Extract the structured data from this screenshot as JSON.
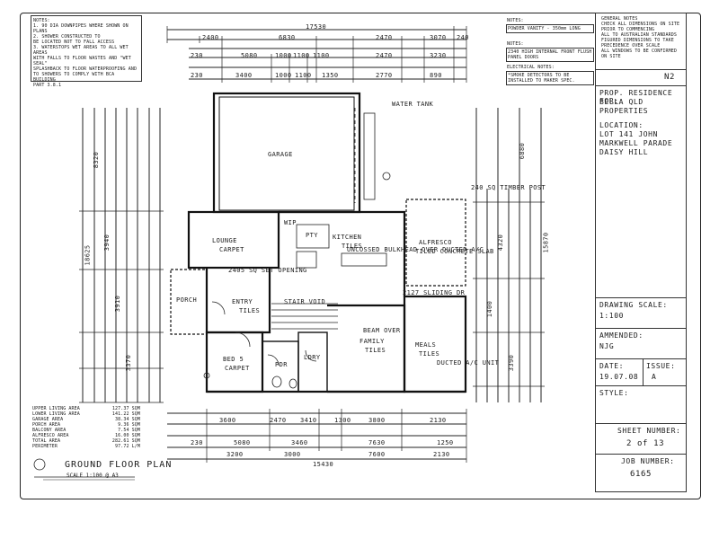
{
  "notes_top_left": {
    "title": "NOTES:",
    "items": [
      "1. 90 DIA DOWNPIPES WHERE SHOWN ON PLANS",
      "2. SHOWER CONSTRUCTED TO",
      "BE LOCATED NOT TO FALL ACCESS",
      "3. WATERSTOPS WET AREAS TO ALL WET AREAS",
      "WITH FALLS TO FLOOR WASTES AND \"WET SEAL\"",
      "SPLASHBACK TO FLOOR WATERPROOFING AND",
      "TO SHOWERS TO COMPLY WITH BCA BUILDING",
      "PART 3.8.1"
    ]
  },
  "notes_top_mid": {
    "a_title": "NOTES:",
    "a_text": "POWDER VANITY - 350mm LONG",
    "b_title": "NOTES:",
    "b_text": "2340 HIGH INTERNAL FRONT FLUSH PANEL DOORS",
    "c_title": "ELECTRICAL NOTES:",
    "c_text": "*SMOKE DETECTORS TO BE INSTALLED TO MAKER SPEC."
  },
  "title_block": {
    "general_notes_title": "GENERAL NOTES",
    "general_notes": [
      "CHECK ALL DIMENSIONS ON SITE PRIOR TO COMMENCING",
      "ALL TO AUSTRALIAN STANDARDS",
      "FIGURED DIMENSIONS TO TAKE PRECEDENCE OVER SCALE",
      "ALL WINDOWS TO BE CONFIRMED ON SITE"
    ],
    "n2": "N2",
    "project_label": "PROP. RESIDENCE FOR:",
    "client_line1": "BELLA QLD",
    "client_line2": "PROPERTIES",
    "location_label": "LOCATION:",
    "location_line1": "LOT 141 JOHN",
    "location_line2": "MARKWELL PARADE",
    "location_line3": "DAISY HILL",
    "drawing_scale_label": "DRAWING SCALE:",
    "drawing_scale": "1:100",
    "amended_label": "AMMENDED:",
    "amended": "NJG",
    "date_label": "DATE:",
    "date": "19.07.08",
    "issue_label": "ISSUE:",
    "issue": "A",
    "style_label": "STYLE:",
    "sheet_number_label": "SHEET NUMBER:",
    "sheet_number": "2 of 13",
    "job_number_label": "JOB NUMBER:",
    "job_number": "6165"
  },
  "plan_title": "GROUND FLOOR PLAN",
  "plan_scale": "SCALE 1:100 @ A3",
  "areas": [
    {
      "label": "UPPER LIVING AREA",
      "value": "127.37 SQM"
    },
    {
      "label": "LOWER LIVING AREA",
      "value": "141.22 SQM"
    },
    {
      "label": "GARAGE AREA",
      "value": "38.34 SQM"
    },
    {
      "label": "PORCH AREA",
      "value": "9.36 SQM"
    },
    {
      "label": "BALCONY AREA",
      "value": "7.54 SQM"
    },
    {
      "label": "ALFRESCO AREA",
      "value": "16.00 SQM"
    },
    {
      "label": "TOTAL AREA",
      "value": "282.61 SQM"
    },
    {
      "label": "PERIMETER",
      "value": "97.72 L/M"
    }
  ],
  "rooms": {
    "garage": "GARAGE",
    "lounge": "LOUNGE",
    "lounge_sub": "CARPET",
    "kitchen": "KITCHEN",
    "kitchen_sub": "TILES",
    "alfresco": "ALFRESCO",
    "alfresco_sub": "TILED CONCRETE SLAB",
    "porch": "PORCH",
    "entry": "ENTRY",
    "entry_sub": "TILES",
    "family": "FAMILY",
    "family_sub": "TILES",
    "meals": "MEALS",
    "meals_sub": "TILES",
    "bed5": "BED 5",
    "bed5_sub": "CARPET",
    "pdr": "PDR",
    "ldry": "LDRY",
    "wip": "WIP",
    "pty": "PTY"
  },
  "annotations": {
    "water_tank": "WATER TANK",
    "smoke_post": "240 SQ TIMBER POST",
    "set_opening": "2405 SQ SET OPENING",
    "stair": "STAIR VOID",
    "sliding_door": "2127 SLIDING DR",
    "bulkhead": "UNCOSSED BULKHEAD OVER DUCTED A/C",
    "beam": "BEAM OVER",
    "ducted": "DUCTED A/C UNIT"
  },
  "dims": {
    "overall_top": "17530",
    "overall_bottom": "15430",
    "top_row1": [
      "2400",
      "6830",
      "2470",
      "3070",
      "240"
    ],
    "top_row2": [
      "230",
      "5080",
      "1000",
      "1100",
      "1100",
      "2470",
      "3230"
    ],
    "top_row3": [
      "230",
      "3400",
      "1000",
      "1100",
      "1350",
      "2770",
      "890"
    ],
    "bottom_row1": [
      "3600",
      "2470",
      "3410",
      "1300",
      "3800",
      "2130"
    ],
    "bottom_row2": [
      "230",
      "5080",
      "3460",
      "7630",
      "1250"
    ],
    "bottom_row3": [
      "3200",
      "3000",
      "7600",
      "2130"
    ],
    "left_overall": "18625",
    "left_parts": [
      "8320",
      "3940",
      "3910",
      "3370"
    ],
    "right_overall": "15870",
    "right_parts": [
      "6880",
      "4320",
      "1400",
      "3390"
    ]
  }
}
